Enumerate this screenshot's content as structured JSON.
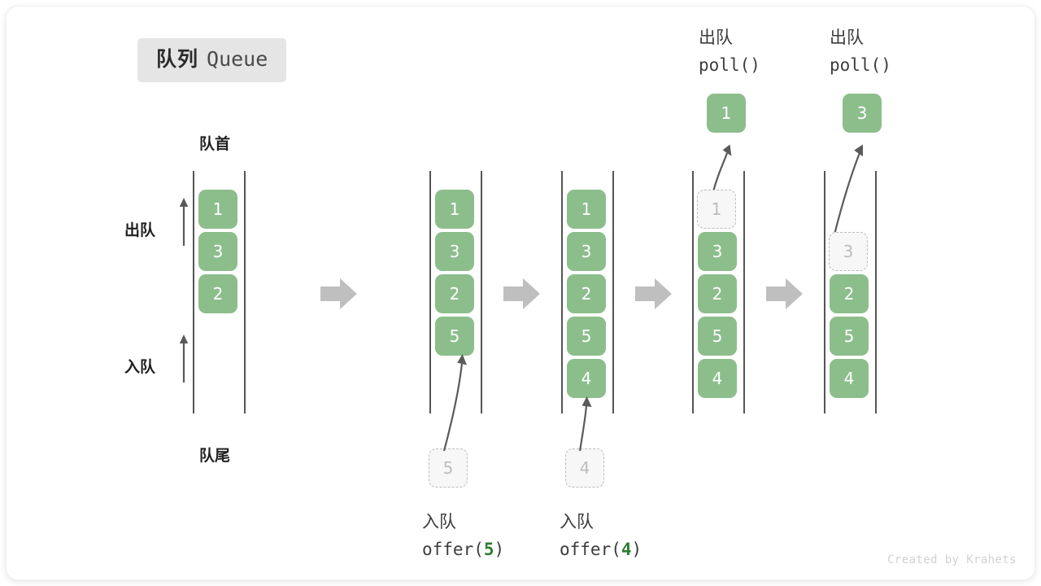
{
  "title": {
    "cn": "队列",
    "en": "Queue"
  },
  "labels": {
    "head": "队首",
    "tail": "队尾",
    "dequeue": "出队",
    "enqueue": "入队"
  },
  "colors": {
    "element": "#8cbe8c",
    "ghost_fill": "#f7f7f7",
    "ghost_border": "#bdbdbd",
    "rail": "#555555",
    "arrow": "#bfbfbf",
    "curve": "#5a5a5a",
    "badge_bg": "#e5e5e5",
    "code_number": "#2f7d32",
    "watermark": "#d2d2d2"
  },
  "panels": [
    {
      "id": "initial",
      "items": [
        "1",
        "3",
        "2"
      ],
      "ghost_in_rail": null,
      "side_labels": {
        "top": "队首",
        "bottom": "队尾",
        "dequeue": "出队",
        "enqueue": "入队"
      },
      "caption_cn": "",
      "caption_code": "",
      "result_box": null
    },
    {
      "id": "after-offer-5",
      "items": [
        "1",
        "3",
        "2",
        "5"
      ],
      "ghost_in_rail": null,
      "incoming_ghost": "5",
      "caption_cn": "入队",
      "caption_code": "offer(5)",
      "caption_code_prefix": "offer(",
      "caption_code_value": "5",
      "caption_code_suffix": ")",
      "result_box": null
    },
    {
      "id": "after-offer-4",
      "items": [
        "1",
        "3",
        "2",
        "5",
        "4"
      ],
      "ghost_in_rail": null,
      "incoming_ghost": "4",
      "caption_cn": "入队",
      "caption_code": "offer(4)",
      "caption_code_prefix": "offer(",
      "caption_code_value": "4",
      "caption_code_suffix": ")",
      "result_box": null
    },
    {
      "id": "poll-1",
      "items": [
        "3",
        "2",
        "5",
        "4"
      ],
      "ghost_in_rail": "1",
      "top_cn": "出队",
      "top_code": "poll()",
      "result_box": "1"
    },
    {
      "id": "poll-3",
      "items": [
        "2",
        "5",
        "4"
      ],
      "ghost_in_rail": "3",
      "top_cn": "出队",
      "top_code": "poll()",
      "result_box": "3"
    }
  ],
  "watermark": "Created by Krahets"
}
